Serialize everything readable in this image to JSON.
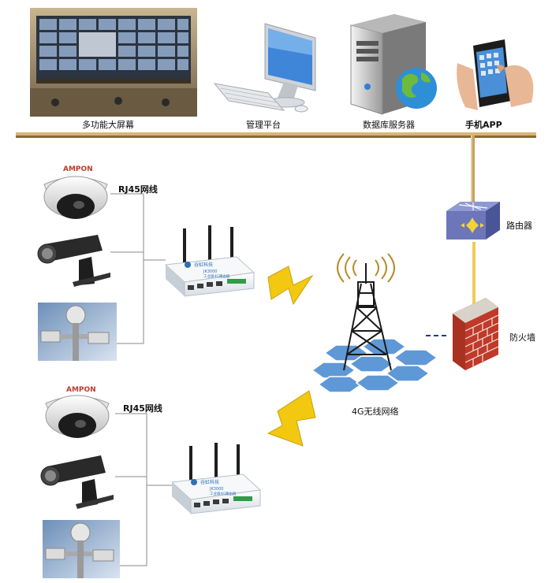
{
  "top_devices": [
    {
      "label": "多功能大屏幕",
      "icon": "video-wall-icon"
    },
    {
      "label": "管理平台",
      "icon": "desktop-computer-icon"
    },
    {
      "label": "数据库服务器",
      "icon": "database-server-icon"
    },
    {
      "label": "手机APP",
      "icon": "smartphone-icon"
    }
  ],
  "network": {
    "router_label": "路由器",
    "firewall_label": "防火墙",
    "wireless_label": "4G无线网络"
  },
  "groups": [
    {
      "cable_label": "RJ45网线",
      "camera_brand": "AMPON",
      "gateway_brand": "谷虹科技",
      "gateway_model": "JK3000",
      "gateway_subtitle": "工业级4G路由器"
    },
    {
      "cable_label": "RJ45网线",
      "camera_brand": "AMPON",
      "gateway_brand": "谷虹科技",
      "gateway_model": "JK3000",
      "gateway_subtitle": "工业级4G路由器"
    }
  ],
  "colors": {
    "bus": "#c8a060",
    "bus_shadow": "#8a6a30",
    "lightning": "#f2c811",
    "hex_tile": "#5f98d6",
    "router_body": "#6c76b8",
    "firewall_brick": "#c0392b"
  }
}
